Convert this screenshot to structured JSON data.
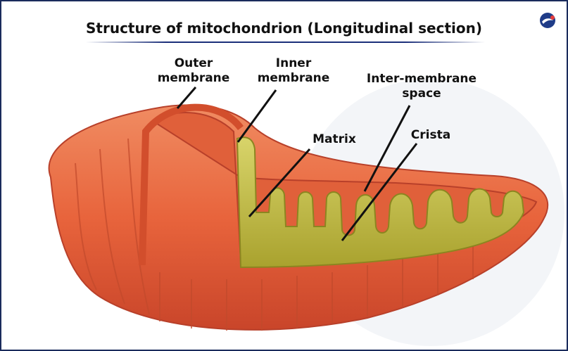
{
  "title": "Structure of mitochondrion (Longitudinal section)",
  "labels": {
    "outer_membrane": [
      "Outer",
      "membrane"
    ],
    "inner_membrane": [
      "Inner",
      "membrane"
    ],
    "intermembrane_space": [
      "Inter-membrane",
      "space"
    ],
    "matrix": "Matrix",
    "crista": "Crista"
  },
  "colors": {
    "outer": "#e8643c",
    "outer_dark": "#c9452a",
    "inner_rim": "#d9552f",
    "matrix": "#b9b43a",
    "matrix_light": "#d8d46a",
    "frame": "#1a2b5c"
  },
  "logo_icon": "brand-logo-icon"
}
